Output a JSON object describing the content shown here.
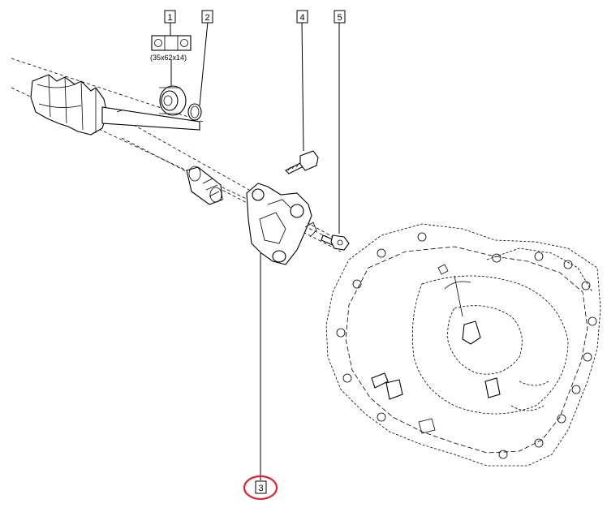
{
  "callouts": [
    {
      "id": "1",
      "label": "1"
    },
    {
      "id": "2",
      "label": "2"
    },
    {
      "id": "3",
      "label": "3"
    },
    {
      "id": "4",
      "label": "4"
    },
    {
      "id": "5",
      "label": "5"
    }
  ],
  "bearing_spec": "(35x62x14)",
  "highlight_color": "#e0202a",
  "icons": [
    "bearing-size-icon"
  ]
}
